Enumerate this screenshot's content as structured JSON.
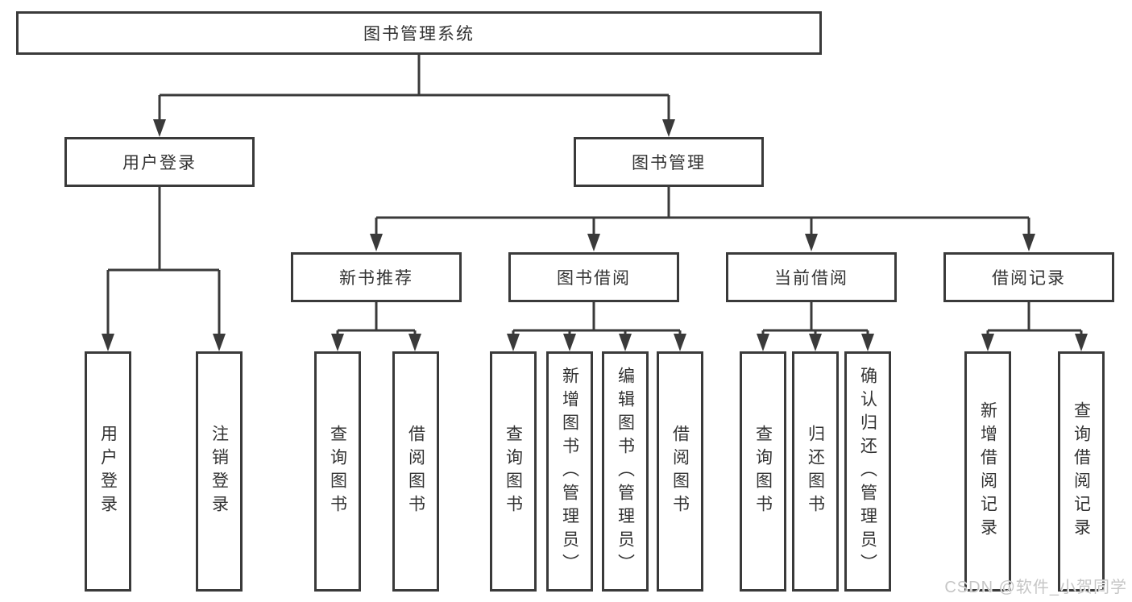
{
  "tree": {
    "label": "图书管理系统",
    "children": [
      {
        "label": "用户登录",
        "children": [
          {
            "label": "用户登录"
          },
          {
            "label": "注销登录"
          }
        ]
      },
      {
        "label": "图书管理",
        "children": [
          {
            "label": "新书推荐",
            "children": [
              {
                "label": "查询图书"
              },
              {
                "label": "借阅图书"
              }
            ]
          },
          {
            "label": "图书借阅",
            "children": [
              {
                "label": "查询图书"
              },
              {
                "label": "新增图书（管理员）"
              },
              {
                "label": "编辑图书（管理员）"
              },
              {
                "label": "借阅图书"
              }
            ]
          },
          {
            "label": "当前借阅",
            "children": [
              {
                "label": "查询图书"
              },
              {
                "label": "归还图书"
              },
              {
                "label": "确认归还（管理员）"
              }
            ]
          },
          {
            "label": "借阅记录",
            "children": [
              {
                "label": "新增借阅记录"
              },
              {
                "label": "查询借阅记录"
              }
            ]
          }
        ]
      }
    ]
  },
  "watermark": {
    "text": "CSDN @软件_小贺同学"
  },
  "colors": {
    "line": "#3a3a3a",
    "box_border": "#3a3a3a",
    "text": "#333333",
    "background": "#ffffff",
    "watermark": "#c6c6c6"
  }
}
